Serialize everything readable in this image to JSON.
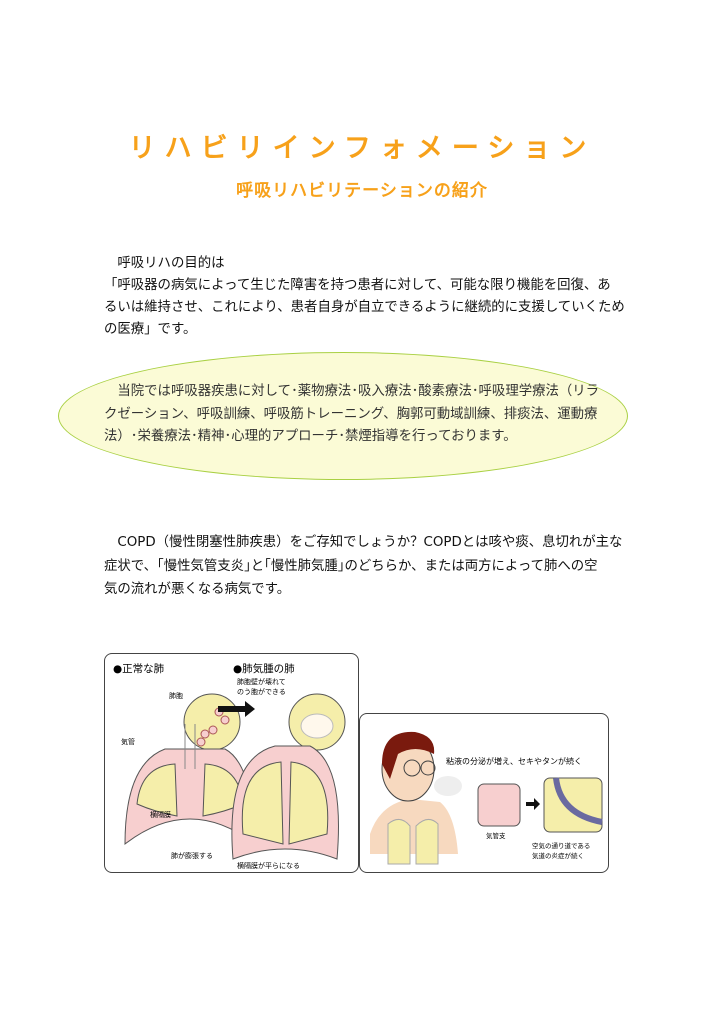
{
  "header": {
    "title": "リハビリインフォメーション",
    "subtitle": "呼吸リハビリテーションの紹介"
  },
  "purpose": {
    "lines": [
      "　呼吸リハの目的は",
      "「呼吸器の病気によって生じた障害を持つ患者に対して、可能な限り機能を回復、あ",
      "るいは維持させ、これにより、患者自身が自立できるように継続的に支援していくため",
      "の医療」です。"
    ]
  },
  "treatments": {
    "lines": [
      "　当院では呼吸器疾患に対して･薬物療法･吸入療法･酸素療法･呼吸理学療法（リラ",
      "クゼーション、呼吸訓練、呼吸筋トレーニング、胸郭可動域訓練、排痰法、運動療",
      "法）･栄養療法･精神･心理的アプローチ･禁煙指導を行っております。"
    ],
    "ellipse_fill": "#fbfbd6",
    "ellipse_stroke": "#a9d043"
  },
  "copd": {
    "lines": [
      "　COPD（慢性閉塞性肺疾患）をご存知でしょうか？COPDとは咳や痰、息切れが主な",
      "症状で、｢慢性気管支炎｣と｢慢性肺気腫｣のどちらか、または両方によって肺への空",
      "気の流れが悪くなる病気です。"
    ]
  },
  "figure_lungs": {
    "normal_heading": "●正常な肺",
    "emphysema_heading": "●肺気腫の肺",
    "emphysema_note_1": "肺胞壁が壊れて",
    "emphysema_note_2": "のう胞ができる",
    "alveoli": "肺胞",
    "trachea": "気管",
    "diaphragm": "横隔膜",
    "lung_expands": "肺が膨張する",
    "diaphragm_flat": "横隔膜が平らになる"
  },
  "figure_bronchitis": {
    "caption": "粘液の分泌が増え、セキやタンが続く",
    "bronchus": "気管支",
    "inflammation_1": "空気の通り道である",
    "inflammation_2": "気道の炎症が続く"
  },
  "colors": {
    "accent": "#f7a11a",
    "lung_pink": "#f7cfcf",
    "lung_yellow": "#f5eeaa"
  }
}
